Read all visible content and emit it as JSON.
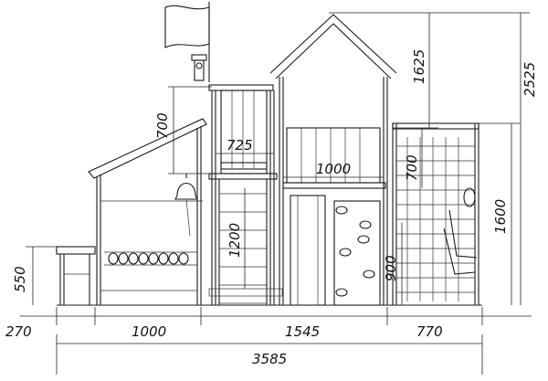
{
  "dimensions": {
    "width_flag_offset": "725",
    "height_roof": "700",
    "width_house": "1000",
    "height_top_roof": "1625",
    "height_total": "2525",
    "height_window": "700",
    "height_tower": "1200",
    "height_climb": "1600",
    "height_bench": "550",
    "height_net": "900",
    "seg_1": "270",
    "seg_2": "1000",
    "seg_3": "1545",
    "seg_4": "770",
    "total_width": "3585"
  }
}
